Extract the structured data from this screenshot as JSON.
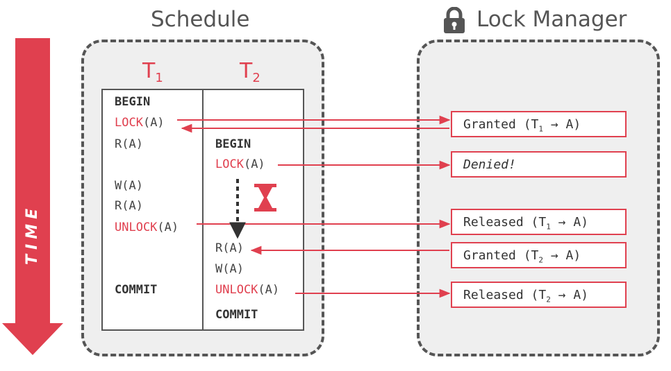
{
  "time_label": "TIME",
  "schedule": {
    "title": "Schedule",
    "t1": {
      "name": "T",
      "sub": "1"
    },
    "t2": {
      "name": "T",
      "sub": "2"
    }
  },
  "t1_ops": {
    "begin": "BEGIN",
    "lock_kw": "LOCK",
    "lock_arg": "(A)",
    "read": "R(A)",
    "write": "W(A)",
    "read2": "R(A)",
    "unlock_kw": "UNLOCK",
    "unlock_arg": "(A)",
    "commit": "COMMIT"
  },
  "t2_ops": {
    "begin": "BEGIN",
    "lock_kw": "LOCK",
    "lock_arg": "(A)",
    "read": "R(A)",
    "write": "W(A)",
    "unlock_kw": "UNLOCK",
    "unlock_arg": "(A)",
    "commit": "COMMIT"
  },
  "lock_manager": {
    "title": "Lock Manager",
    "icon": "lock-icon",
    "responses": [
      {
        "pre": "Granted (T",
        "sub": "1",
        "post": " → A)"
      },
      {
        "pre": "Denied!",
        "sub": "",
        "post": ""
      },
      {
        "pre": "Released (T",
        "sub": "1",
        "post": " → A)"
      },
      {
        "pre": "Granted (T",
        "sub": "2",
        "post": " → A)"
      },
      {
        "pre": "Released (T",
        "sub": "2",
        "post": " → A)"
      }
    ]
  },
  "colors": {
    "accent": "#e0404f",
    "border": "#555555",
    "panel_bg": "#efefef"
  }
}
